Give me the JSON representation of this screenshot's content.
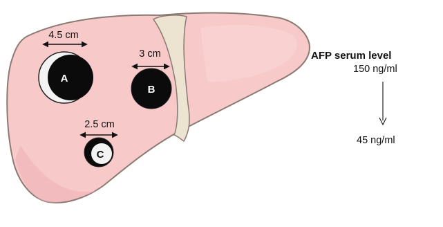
{
  "liver": {
    "fill_color": "#f7c9c9",
    "outline_color": "#8a7a74",
    "ligament_color": "#ece3d0"
  },
  "tumors": [
    {
      "letter": "A",
      "size": "4.5 cm",
      "fill_color": "#0b0b0b",
      "crescent_color": "#f3f3f3"
    },
    {
      "letter": "B",
      "size": "3 cm",
      "fill_color": "#0b0b0b"
    },
    {
      "letter": "C",
      "size": "2.5 cm",
      "fill_color": "#0b0b0b",
      "crescent_color": "#f3f3f3"
    }
  ],
  "afp": {
    "title": "AFP serum level",
    "before": "150 ng/ml",
    "after": "45 ng/ml"
  }
}
